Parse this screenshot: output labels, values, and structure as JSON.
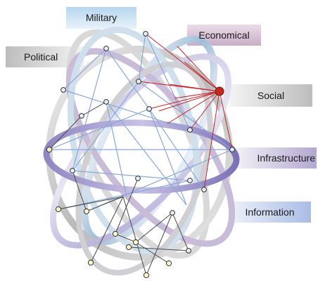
{
  "labels": {
    "military": "Military",
    "economical": "Economical",
    "political": "Political",
    "social": "Social",
    "infrastructure": "Infrastructure",
    "information": "Information"
  },
  "colors": {
    "military": "#b7d6ee",
    "economical": "#d9c2d7",
    "political": "#d7d7d7",
    "social": "#d2d2d2",
    "infrastructure": "#b9aed1",
    "information": "#b3c4e7",
    "hub_node": "#c22a1e",
    "hub_links": "#c4262a"
  }
}
